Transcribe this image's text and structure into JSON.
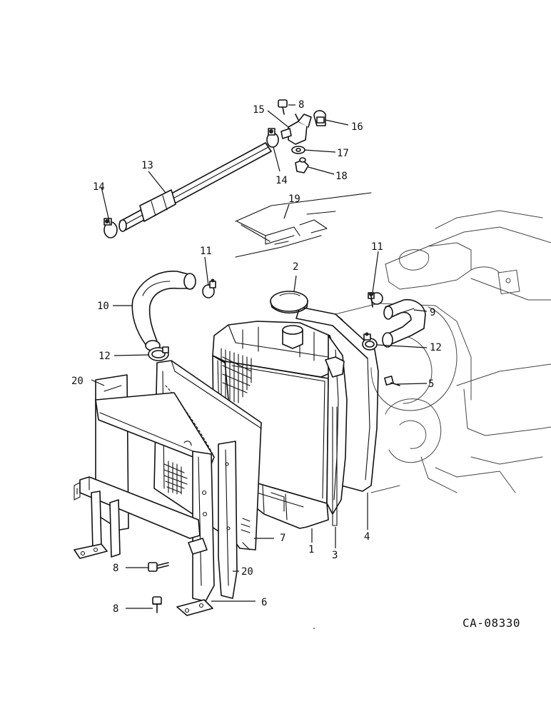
{
  "drawing_code": "CA-08330",
  "callouts": [
    {
      "id": "c1",
      "label": "1"
    },
    {
      "id": "c2",
      "label": "2"
    },
    {
      "id": "c3",
      "label": "3"
    },
    {
      "id": "c4",
      "label": "4"
    },
    {
      "id": "c5",
      "label": "5"
    },
    {
      "id": "c6",
      "label": "6"
    },
    {
      "id": "c7",
      "label": "7"
    },
    {
      "id": "c8a",
      "label": "8"
    },
    {
      "id": "c8b",
      "label": "8"
    },
    {
      "id": "c8c",
      "label": "8"
    },
    {
      "id": "c9",
      "label": "9"
    },
    {
      "id": "c10",
      "label": "10"
    },
    {
      "id": "c11a",
      "label": "11"
    },
    {
      "id": "c11b",
      "label": "11"
    },
    {
      "id": "c12a",
      "label": "12"
    },
    {
      "id": "c12b",
      "label": "12"
    },
    {
      "id": "c13",
      "label": "13"
    },
    {
      "id": "c14a",
      "label": "14"
    },
    {
      "id": "c14b",
      "label": "14"
    },
    {
      "id": "c15",
      "label": "15"
    },
    {
      "id": "c16",
      "label": "16"
    },
    {
      "id": "c17",
      "label": "17"
    },
    {
      "id": "c18",
      "label": "18"
    },
    {
      "id": "c19",
      "label": "19"
    },
    {
      "id": "c20a",
      "label": "20"
    },
    {
      "id": "c20b",
      "label": "20"
    }
  ]
}
